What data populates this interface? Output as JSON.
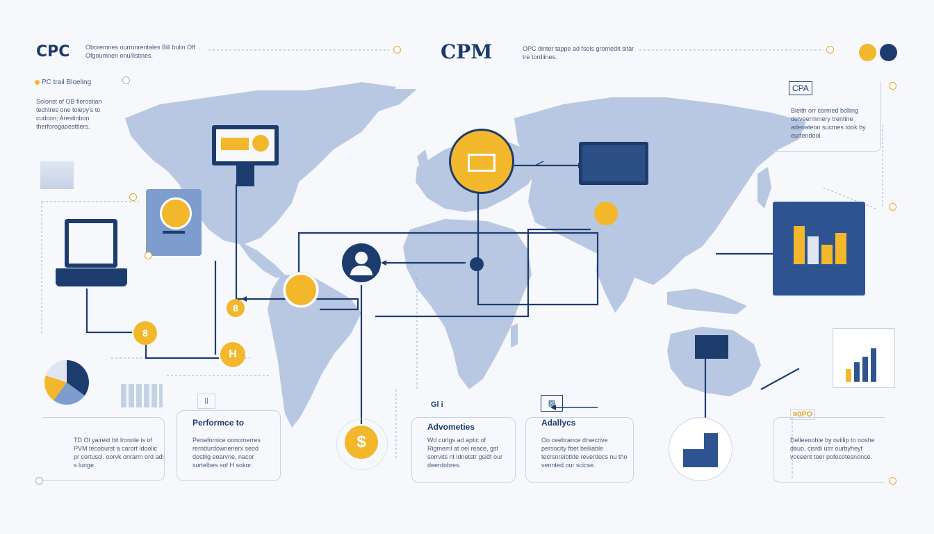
{
  "header": {
    "cpc_title": "CPC",
    "cpc_caption": "Oboremnes ourrunrentales Bill bulin Off Ofgoumnen onu/listines.",
    "cpm_title": "CPM",
    "cpm_caption": "OPC dinter tappe ad fsels gromedit sitar tre tordiines."
  },
  "left_panel": {
    "label": "PC trail Bloeling",
    "body": "Solonst of OB fierostian techtres one tolepy's to cudcon; Arestinbon therforogaoesttiers."
  },
  "right_panel": {
    "label": "CPA",
    "body": "Bleith orr cormed bolling deiveermmery trentine adeoateon sucmes took by eurtendool."
  },
  "cards": [
    {
      "title": "",
      "body": "TD Ol yairekt bit lronole is of PVM tecoburst a carort ldoolic pr cortuscl. oorvk onrarm ord adl s lunge."
    },
    {
      "title": "Performce to",
      "body": "Penafomice oonomerres rerndurdownenerx seod dostilg eoarvne, nacor surtelbes sof H sokor."
    },
    {
      "title": "Advometies",
      "body": "Wd curlgs ad aptic of Rigmeml at oel reace, gst sorrvits nt ldnetstr gsidt our deerdobres."
    },
    {
      "title": "Adallycs",
      "body": "Oo ceebrance drsecrive persocity fbet beiliable tecrsnreibtlde reverdocs nu tho vennted our scicse."
    },
    {
      "title": "",
      "body": "Delleeoohle by ovillip to ooshe dauo, cisrdi utrr ourbyheyf voceent toer pofocotesnonce."
    }
  ],
  "card_icon_labels": {
    "performance": "▯",
    "advometies": "Gl i",
    "adallycs": "▨",
    "right": "¤0PO"
  },
  "coin_symbols": {
    "a": "8",
    "b": "8",
    "c": "H",
    "d": "$"
  },
  "colors": {
    "navy": "#1d3c6e",
    "gold": "#f2b72b",
    "map": "#b8c8e2",
    "bg": "#f6f8fc"
  }
}
